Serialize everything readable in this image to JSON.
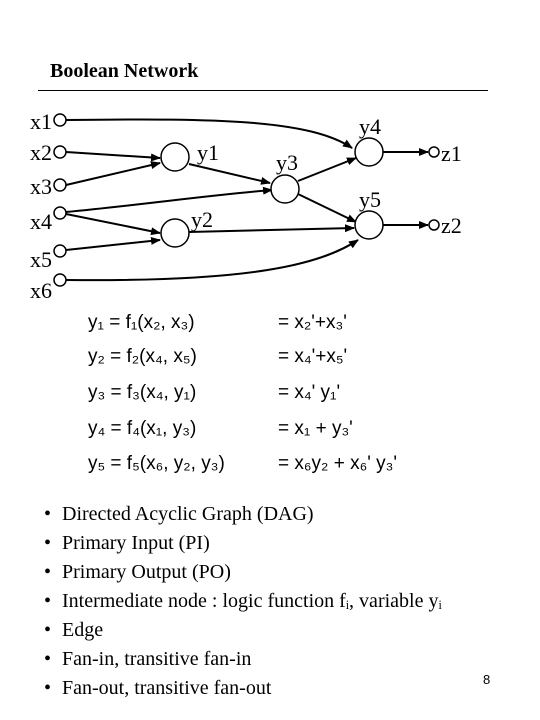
{
  "title": "Boolean Network",
  "inputs": [
    "x1",
    "x2",
    "x3",
    "x4",
    "x5",
    "x6"
  ],
  "nodes": [
    "y1",
    "y2",
    "y3",
    "y4",
    "y5"
  ],
  "outputs": [
    "z1",
    "z2"
  ],
  "equations": [
    {
      "lhs": "y₁ = f₁(x₂, x₃)",
      "rhs": "= x₂'+x₃'"
    },
    {
      "lhs": "y₂ = f₂(x₄, x₅)",
      "rhs": "= x₄'+x₅'"
    },
    {
      "lhs": "y₃ = f₃(x₄, y₁)",
      "rhs": "= x₄' y₁'"
    },
    {
      "lhs": "y₄ = f₄(x₁, y₃)",
      "rhs": "= x₁ + y₃'"
    },
    {
      "lhs": "y₅ = f₅(x₆, y₂, y₃)",
      "rhs": "= x₆y₂ + x₆' y₃'"
    }
  ],
  "bullets": [
    "Directed Acyclic Graph (DAG)",
    "Primary Input (PI)",
    "Primary Output (PO)",
    "Intermediate node : logic function fᵢ, variable yᵢ",
    "Edge",
    "Fan-in, transitive fan-in",
    "Fan-out, transitive fan-out"
  ],
  "bullet_symbol": "•",
  "page_number": "8"
}
